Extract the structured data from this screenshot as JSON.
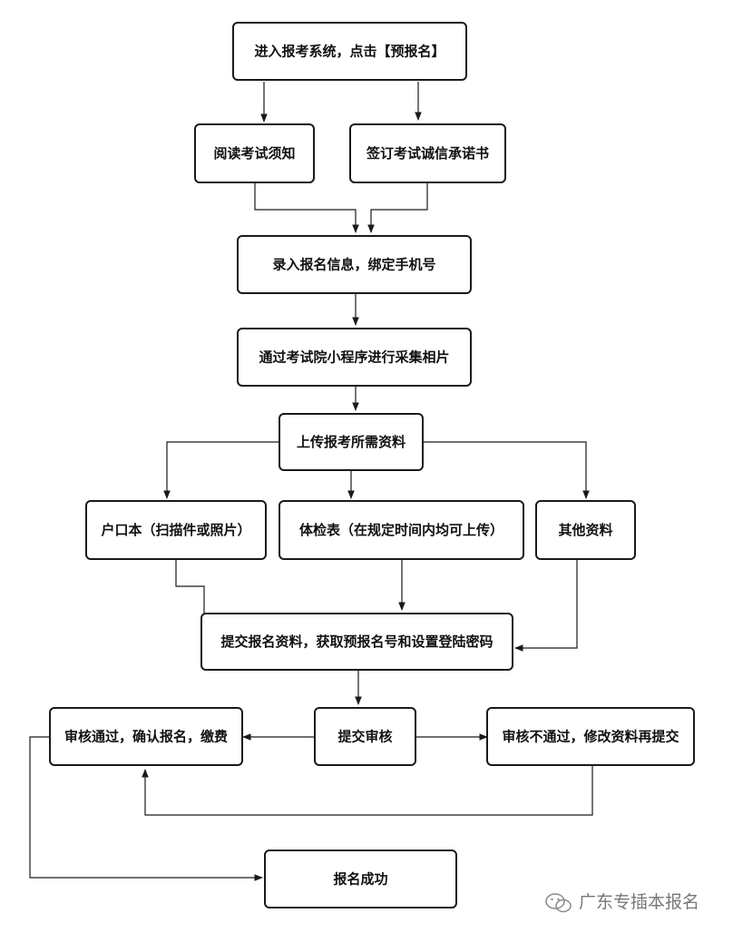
{
  "nodes": {
    "enter_system": "进入报考系统，点击【预报名】",
    "read_notice": "阅读考试须知",
    "sign_pledge": "签订考试诚信承诺书",
    "enter_info": "录入报名信息，绑定手机号",
    "photo_collect": "通过考试院小程序进行采集相片",
    "upload_docs": "上传报考所需资料",
    "hukou": "户口本（扫描件或照片）",
    "health_form": "体检表（在规定时间内均可上传）",
    "other_docs": "其他资料",
    "submit_get_number": "提交报名资料，获取预报名号和设置登陆密码",
    "submit_review": "提交审核",
    "review_pass": "审核通过，确认报名，缴费",
    "review_fail": "审核不通过，修改资料再提交",
    "success": "报名成功"
  },
  "watermark": {
    "text": "广东专插本报名",
    "icon": "wechat-icon"
  },
  "colors": {
    "stroke": "#1a1a1a",
    "text": "#111111",
    "watermark": "#777777"
  }
}
